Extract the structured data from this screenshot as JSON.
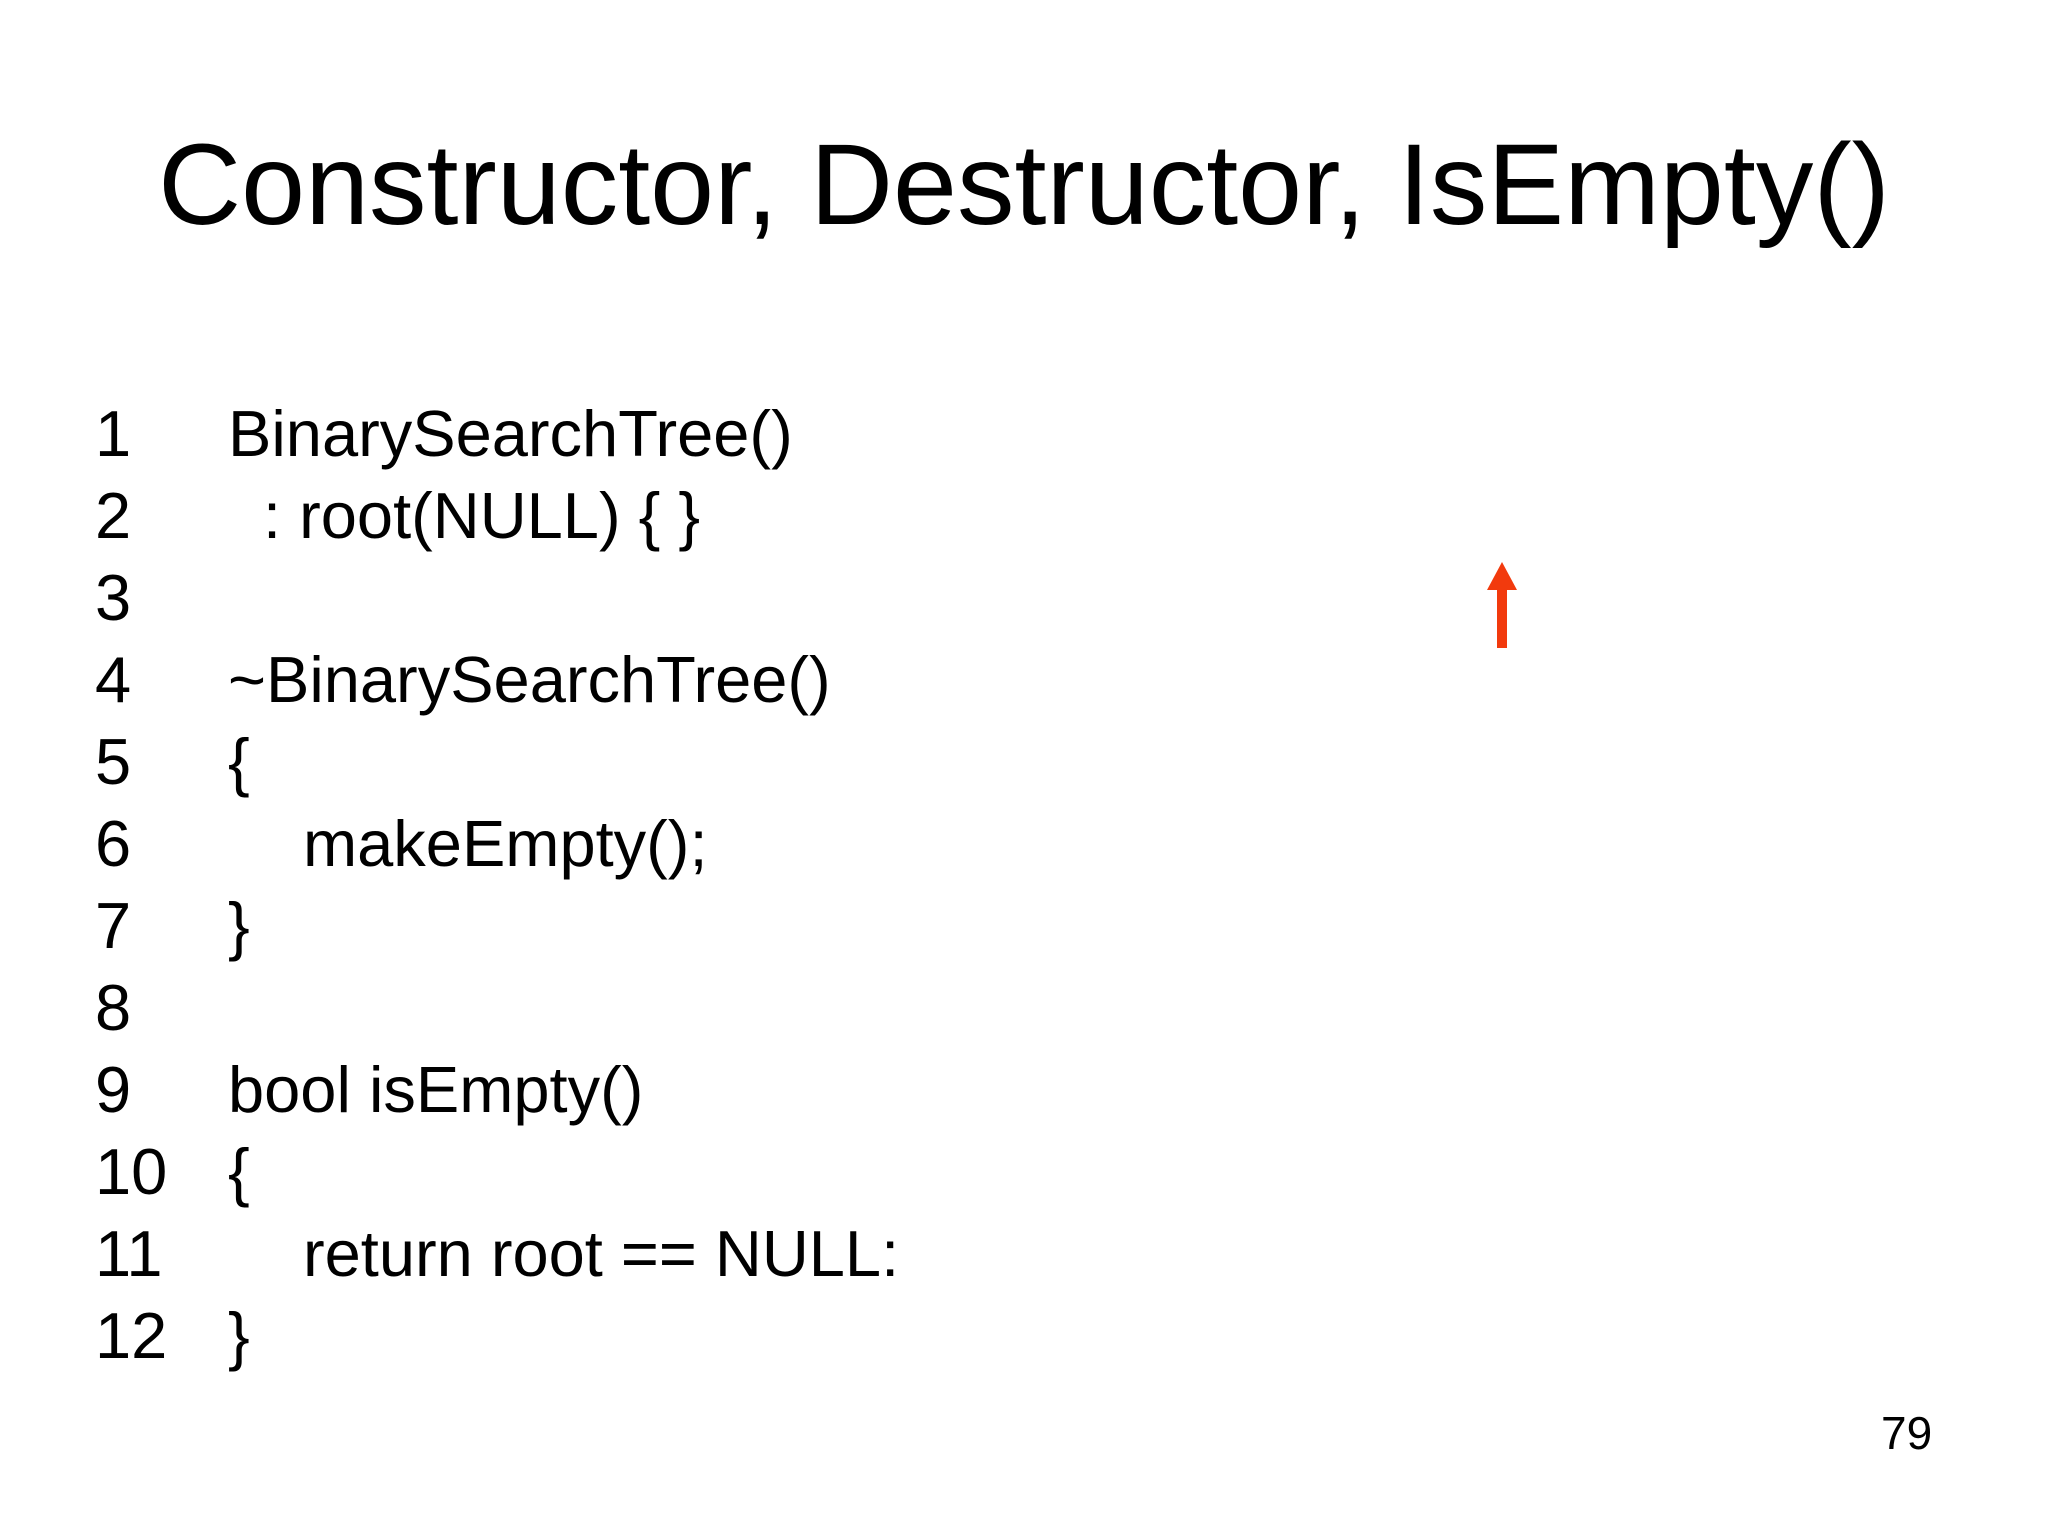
{
  "slide": {
    "title": "Constructor, Destructor, IsEmpty()",
    "page_number": "79",
    "annotation": {
      "icon": "up-arrow-icon",
      "color": "#f23a0d"
    },
    "code": {
      "lines": [
        {
          "num": "1",
          "text": "BinarySearchTree()",
          "indent": 0
        },
        {
          "num": "2",
          "text": ": root(NULL) { }",
          "indent": 1
        },
        {
          "num": "3",
          "text": "",
          "indent": 0
        },
        {
          "num": "4",
          "text": "~BinarySearchTree()",
          "indent": 0
        },
        {
          "num": "5",
          "text": "{",
          "indent": 0
        },
        {
          "num": "6",
          "text": "makeEmpty();",
          "indent": 2
        },
        {
          "num": "7",
          "text": "}",
          "indent": 0
        },
        {
          "num": "8",
          "text": "",
          "indent": 0
        },
        {
          "num": "9",
          "text": "bool isEmpty()",
          "indent": 0
        },
        {
          "num": "10",
          "text": "{",
          "indent": 0
        },
        {
          "num": "11",
          "text": "return root == NULL:",
          "indent": 2
        },
        {
          "num": "12",
          "text": "}",
          "indent": 0
        }
      ]
    }
  }
}
